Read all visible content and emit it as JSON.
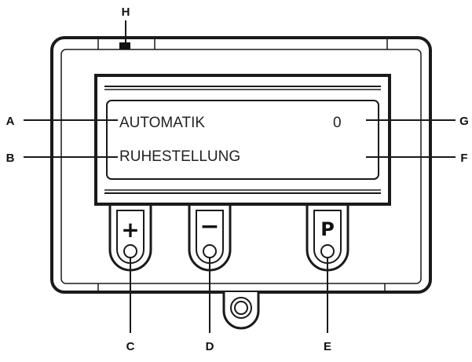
{
  "callouts": {
    "a": "A",
    "b": "B",
    "c": "C",
    "d": "D",
    "e": "E",
    "f": "F",
    "g": "G",
    "h": "H"
  },
  "display": {
    "line1": "AUTOMATIK",
    "line1_value": "0",
    "line2": "RUHESTELLUNG"
  },
  "buttons": {
    "plus": "+",
    "minus": "−",
    "program": "P"
  },
  "colors": {
    "stroke": "#1a1a1a",
    "background": "#ffffff"
  }
}
